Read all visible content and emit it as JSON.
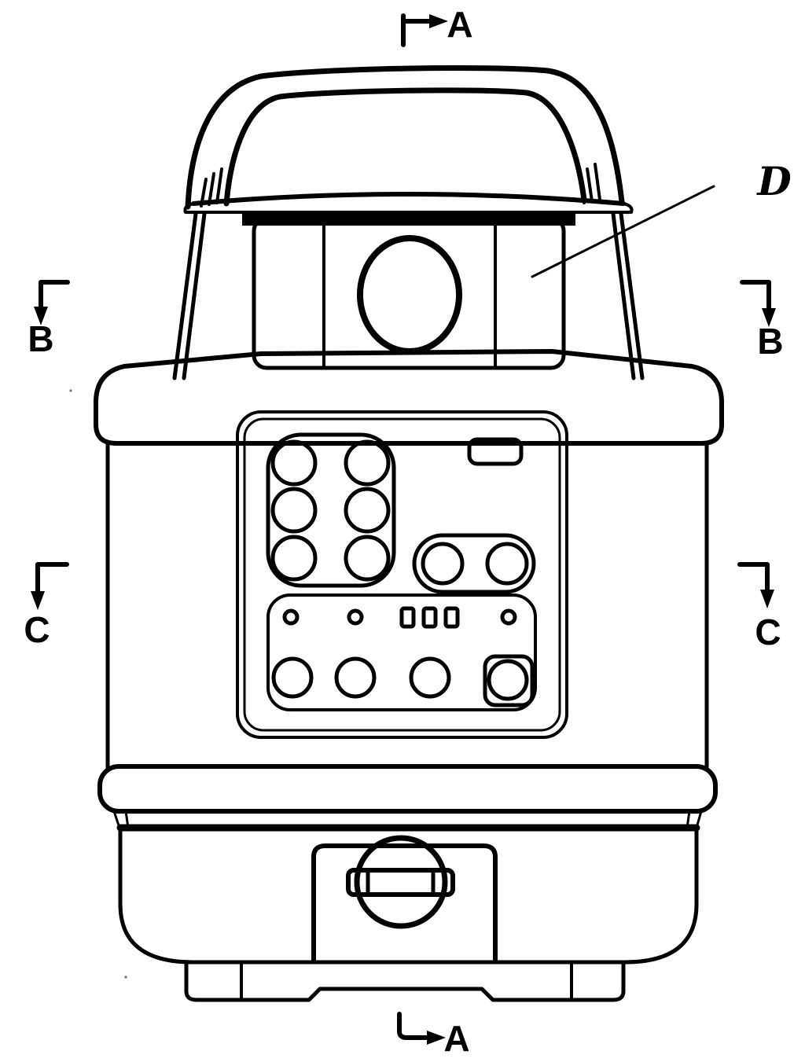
{
  "figure": {
    "labels": {
      "section_top": "A",
      "section_bottom": "A",
      "section_upper_left": "B",
      "section_upper_right": "B",
      "section_lower_left": "C",
      "section_lower_right": "C",
      "detail": "D"
    },
    "colors": {
      "ink": "#000000",
      "paper": "#ffffff"
    }
  }
}
